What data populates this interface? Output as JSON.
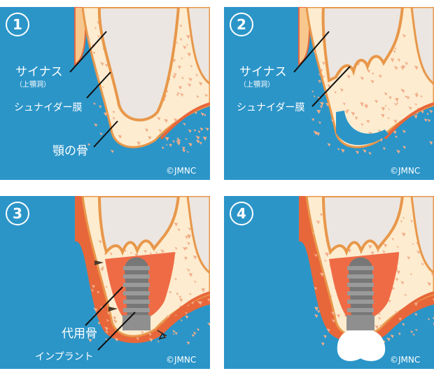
{
  "colors": {
    "background": "#2b95c8",
    "bone": "#fdeccf",
    "bone_outline": "#e8974a",
    "sinus": "#ebe6e1",
    "speck": "#f1ae8a",
    "gum": "#e8673a",
    "graft": "#ef6b45",
    "implant": "#8a8a8a",
    "crown": "#ffffff"
  },
  "panels": [
    {
      "number": "1",
      "labels": {
        "sinus": "サイナス",
        "sinus_sub": "（上顎洞）",
        "membrane": "シュナイダー膜",
        "jawbone": "顎の骨"
      },
      "copyright": "©JMNC"
    },
    {
      "number": "2",
      "labels": {
        "sinus": "サイナス",
        "sinus_sub": "（上顎洞）",
        "membrane": "シュナイダー膜"
      },
      "copyright": "©JMNC"
    },
    {
      "number": "3",
      "labels": {
        "graft": "代用骨",
        "implant": "インプラント"
      },
      "copyright": "©JMNC"
    },
    {
      "number": "4",
      "copyright": "©JMNC"
    }
  ]
}
